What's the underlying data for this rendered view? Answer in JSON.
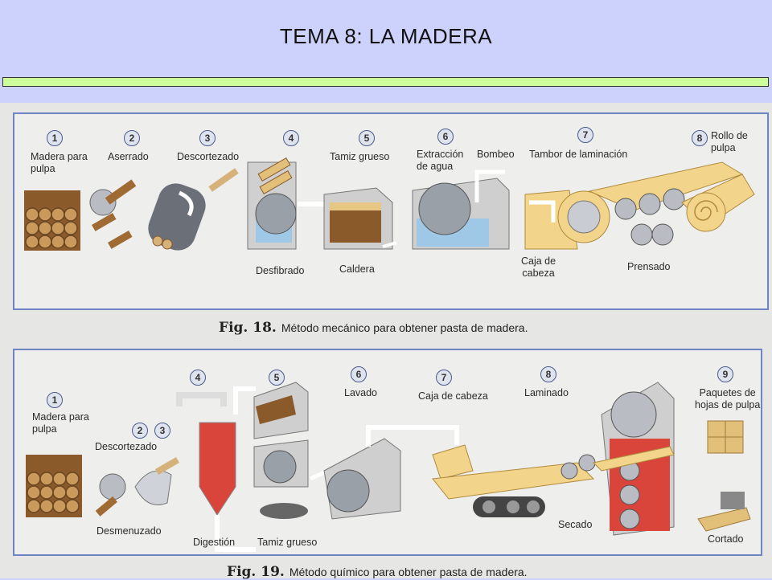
{
  "slide": {
    "title": "TEMA 8: LA MADERA"
  },
  "fig18": {
    "caption_fig": "Fig. 18.",
    "caption_text": "Método mecánico para obtener pasta de madera.",
    "steps": [
      {
        "n": "1",
        "label": "Madera para\npulpa"
      },
      {
        "n": "2",
        "label": "Aserrado"
      },
      {
        "n": "3",
        "label": "Descortezado"
      },
      {
        "n": "4",
        "label": ""
      },
      {
        "n": "5",
        "label": "Tamiz grueso"
      },
      {
        "n": "6",
        "label": "Extracción\nde agua"
      },
      {
        "n": "7",
        "label": "Tambor de laminación"
      },
      {
        "n": "8",
        "label": "Rollo de\npulpa"
      }
    ],
    "extra_labels": {
      "bombeo": "Bombeo",
      "desfibrado": "Desfibrado",
      "caldera": "Caldera",
      "caja_cabeza": "Caja de\ncabeza",
      "prensado": "Prensado"
    }
  },
  "fig19": {
    "caption_fig": "Fig. 19.",
    "caption_text": "Método químico para obtener pasta de madera.",
    "steps": [
      {
        "n": "1",
        "label": "Madera para\npulpa"
      },
      {
        "n": "2",
        "label": "Descortezado"
      },
      {
        "n": "3",
        "label": ""
      },
      {
        "n": "4",
        "label": ""
      },
      {
        "n": "5",
        "label": ""
      },
      {
        "n": "6",
        "label": "Lavado"
      },
      {
        "n": "7",
        "label": "Caja de cabeza"
      },
      {
        "n": "8",
        "label": "Laminado"
      },
      {
        "n": "9",
        "label": "Paquetes de\nhojas de pulpa"
      }
    ],
    "extra_labels": {
      "desmenuzado": "Desmenuzado",
      "digestion": "Digestión",
      "tamiz_grueso": "Tamiz grueso",
      "secado": "Secado",
      "cortado": "Cortado"
    }
  },
  "colors": {
    "slide_bg": "#ccd2fc",
    "title_bar": "#ccff99",
    "panel_border": "#6f84c4",
    "wood": "#b07a3c",
    "pulp": "#f2d48a",
    "digester_red": "#d9453a"
  }
}
